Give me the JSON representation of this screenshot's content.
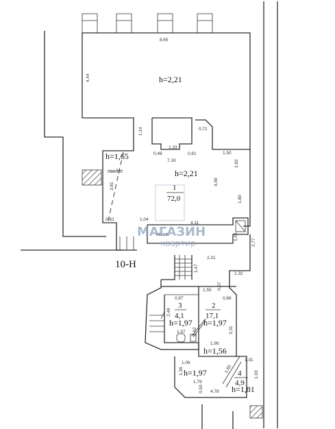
{
  "plan": {
    "apartment_label": "10-Н",
    "watermark": {
      "brand": "МАГАЗИН",
      "sub": "квартир"
    },
    "rooms": [
      {
        "number": "1",
        "area": "72,0",
        "height": "h=2,21"
      },
      {
        "number": "2",
        "area": "17,1",
        "height": "h=1,97"
      },
      {
        "number": "3",
        "area": "4,1",
        "height": "h=1,97"
      },
      {
        "number": "4",
        "area": "4,9",
        "height": "h=1,81"
      }
    ],
    "heights": {
      "top_hall": "h=2,21",
      "ramp_zone": "h=1,65",
      "corridor_small": "h=1,56",
      "lower_left": "h=1,97"
    },
    "labels": {
      "ramp": "пандус",
      "niche": "ниша"
    },
    "dimensions": {
      "top_width": "8,65",
      "left_wall": "4,44",
      "d_114": "1,14",
      "d_071": "0,71",
      "d_133": "1,33",
      "d_048": "0,48",
      "d_061": "0,61",
      "d_716": "7,16",
      "d_150": "1,50",
      "d_182": "1,82",
      "d_381": "3,81",
      "d_409": "4,09",
      "d_180": "1,80",
      "d_062": "0,62",
      "d_104": "1,04",
      "d_411": "4,11",
      "d_145": "1,45",
      "d_277": "2,77",
      "d_231": "2,31",
      "d_147": "1,47",
      "d_132": "1,32",
      "d_155": "1,55",
      "d_067": "0,67",
      "d_068": "0,68",
      "d_097": "0,97",
      "d_248": "2,48",
      "d_262": "2,62",
      "d_331": "3,31",
      "d_157": "1,57",
      "d_190": "1,90",
      "d_106": "1,06",
      "d_131": "1,31",
      "d_136": "1,36",
      "d_165": "1,65",
      "d_193": "1,93",
      "d_179": "1,79",
      "d_050": "0,50",
      "d_478": "4,78"
    }
  }
}
